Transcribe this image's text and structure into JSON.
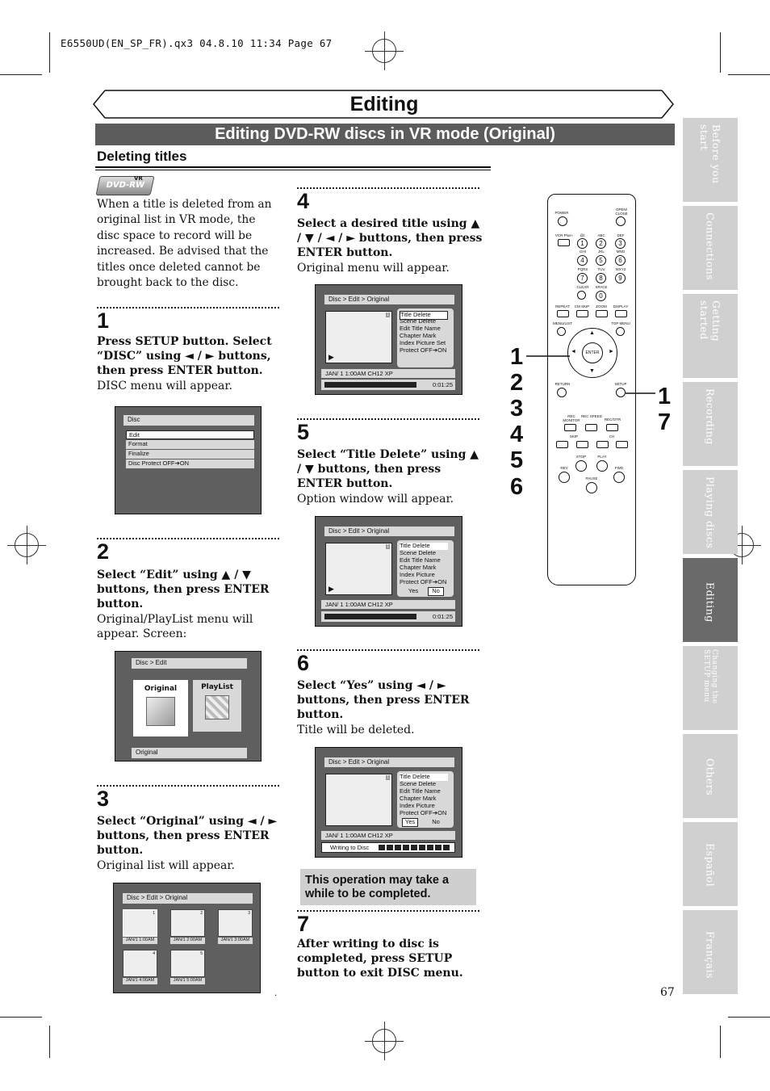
{
  "print_header": "E6550UD(EN_SP_FR).qx3   04.8.10   11:34   Page 67",
  "banner_title": "Editing",
  "subtitle": "Editing DVD-RW discs in VR mode (Original)",
  "section_heading": "Deleting titles",
  "badge": {
    "top": "VR",
    "bottom": "DVD-RW"
  },
  "intro": "When a title is deleted from an original list in VR mode, the disc space to record will be increased. Be advised that the titles once deleted cannot be brought back to the disc.",
  "steps": [
    {
      "num": "1",
      "instruction": "Press SETUP button. Select “DISC” using ◄ / ► buttons, then press ENTER button.",
      "note": "DISC menu will appear."
    },
    {
      "num": "2",
      "instruction": "Select “Edit” using ▲ / ▼ buttons, then press ENTER button.",
      "note": "Original/PlayList menu will appear. Screen:"
    },
    {
      "num": "3",
      "instruction": "Select “Original” using ◄ / ► buttons, then press ENTER button.",
      "note": "Original list will appear."
    },
    {
      "num": "4",
      "instruction": "Select a desired title using ▲ / ▼ / ◄ / ► buttons, then press ENTER button.",
      "note": "Original menu will appear."
    },
    {
      "num": "5",
      "instruction": "Select “Title Delete” using ▲ / ▼ buttons, then press ENTER button.",
      "note": "Option window will appear."
    },
    {
      "num": "6",
      "instruction": "Select “Yes” using ◄ / ► buttons, then press ENTER button.",
      "note": "Title will be deleted."
    },
    {
      "num": "7",
      "instruction": "After writing to disc is completed, press SETUP button to exit DISC menu.",
      "note": ""
    }
  ],
  "screen_disc": {
    "title": "Disc",
    "items": [
      "Edit",
      "Format",
      "Finalize",
      "Disc Protect OFF➔ON"
    ]
  },
  "screen_edit": {
    "title": "Disc > Edit",
    "left": "Original",
    "right": "PlayList",
    "footer": "Original"
  },
  "screen_original_list": {
    "title": "Disc > Edit > Original",
    "thumbs": [
      {
        "n": "1",
        "label": "JAN/1   1:00AM"
      },
      {
        "n": "2",
        "label": "JAN/1   2:00AM"
      },
      {
        "n": "3",
        "label": "JAN/1   3:00AM"
      },
      {
        "n": "4",
        "label": "JAN/1   4:00AM"
      },
      {
        "n": "5",
        "label": "JAN/1   5:00AM"
      }
    ]
  },
  "screen_menu": {
    "title": "Disc > Edit > Original",
    "options": [
      "Title Delete",
      "Scene Delete",
      "Edit Title Name",
      "Chapter Mark",
      "Index Picture Set",
      "Protect OFF➔ON"
    ],
    "info": "JAN/ 1   1:00AM  CH12    XP",
    "time": "0:01:25",
    "thumb_num": "1",
    "progress": 0.92
  },
  "screen_option": {
    "title": "Disc > Edit > Original",
    "options": [
      "Title Delete",
      "Scene Delete",
      "Edit Title Name",
      "Chapter Mark",
      "Index Picture",
      "Protect OFF➔ON"
    ],
    "yes": "Yes",
    "no": "No",
    "info": "JAN/ 1   1:00AM  CH12    XP",
    "time": "0:01:25",
    "thumb_num": "1",
    "progress": 0.92
  },
  "screen_writing": {
    "title": "Disc > Edit > Original",
    "options": [
      "Title Delete",
      "Scene Delete",
      "Edit Title Name",
      "Chapter Mark",
      "Index Picture",
      "Protect OFF➔ON"
    ],
    "yes": "Yes",
    "no": "No",
    "info": "JAN/ 1   1:00AM  CH12    XP",
    "writing": "Writing to Disc",
    "thumb_num": "1"
  },
  "notebox": "This operation may take a while to be completed.",
  "callouts_left": [
    "1",
    "2",
    "3",
    "4",
    "5",
    "6"
  ],
  "callouts_right": [
    "1",
    "7"
  ],
  "remote": {
    "power": "POWER",
    "open": "OPEN/ CLOSE",
    "vrplus": "VCR Plus+",
    "keys": [
      {
        "k": "1",
        "l": "@/:"
      },
      {
        "k": "2",
        "l": "ABC"
      },
      {
        "k": "3",
        "l": "DEF"
      },
      {
        "k": "4",
        "l": "GHI"
      },
      {
        "k": "5",
        "l": "JKL"
      },
      {
        "k": "6",
        "l": "MNO"
      },
      {
        "k": "7",
        "l": "PQRS"
      },
      {
        "k": "8",
        "l": "TUV"
      },
      {
        "k": "9",
        "l": "WXYZ"
      },
      {
        "k": "0",
        "l": "SPACE"
      }
    ],
    "clear": "CLEAR",
    "row_labels": [
      "REPEAT",
      "CM SKIP",
      "ZOOM",
      "DISPLAY"
    ],
    "menulist": "MENU/LIST",
    "topmenu": "TOP MENU",
    "enter": "ENTER",
    "return": "RETURN",
    "setup": "SETUP",
    "rec_labels": [
      "REC MONITOR",
      "REC SPEED",
      "REC/OTR"
    ],
    "skip": "SKIP",
    "ch": "CH",
    "stop": "STOP",
    "play": "PLAY",
    "rev": "REV",
    "fwd": "FWD",
    "pause": "PAUSE"
  },
  "tabs": [
    "Before you start",
    "Connections",
    "Getting started",
    "Recording",
    "Playing discs",
    "Editing",
    "Changing the SETUP menu",
    "Others",
    "Español",
    "Français"
  ],
  "active_tab": "Editing",
  "page_number": "67",
  "footer_dot": "."
}
